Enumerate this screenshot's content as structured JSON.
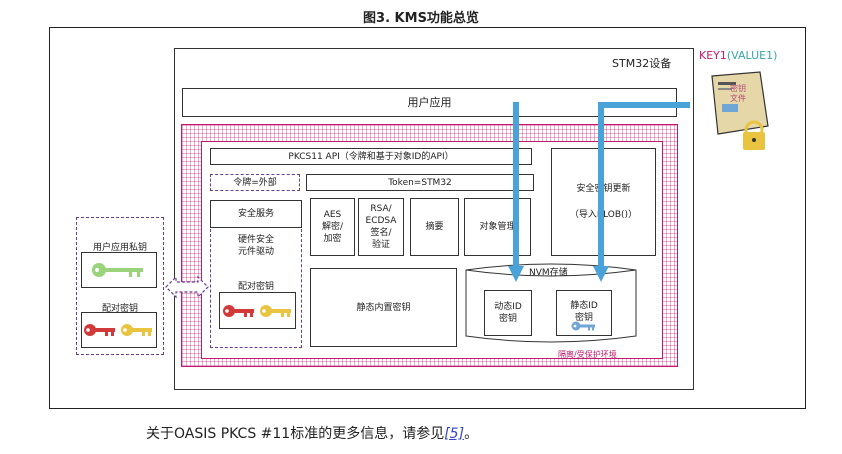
{
  "figure": {
    "title": "图3. KMS功能总览",
    "device_label": "STM32设备",
    "user_app": "用户应用",
    "pkcs11_api": "PKCS11 API（令牌和基于对象ID的API）",
    "token_external": "令牌=外部",
    "token_stm32": "Token=STM32",
    "secure_services": "安全服务",
    "hw_driver": "硬件安全\n元件驱动",
    "pairing_key_inner": "配对密钥",
    "aes": "AES\n解密/\n加密",
    "rsa": "RSA/\nECDSA\n签名/\n验证",
    "digest": "摘要",
    "object_mgmt": "对象管理",
    "key_update": "安全密钥更新",
    "import_blob": "（导入BLOB()）",
    "nvm": "NVM存储",
    "dynamic_id": "动态ID\n密钥",
    "static_id": "静态ID\n密钥",
    "static_embedded": "静态内置密钥",
    "isolated_env": "隔离/受保护环境",
    "user_app_private_key": "用户应用私钥",
    "pairing_key_outer": "配对密钥",
    "key1_prefix": "KEY1",
    "key1_value": "(VALUE1)",
    "file_label": "密钥\n文件"
  },
  "footer": {
    "text": "关于OASIS PKCS #11标准的更多信息，请参见",
    "ref": "[5]",
    "end": "。"
  },
  "colors": {
    "arrow": "#4aa3d8",
    "isolation": "#c2186d",
    "dashed": "#6a3b8f",
    "key_green": "#9ad37c",
    "key_red": "#d23a3a",
    "key_yellow": "#e9c441",
    "key_blue": "#6fa6d6"
  }
}
